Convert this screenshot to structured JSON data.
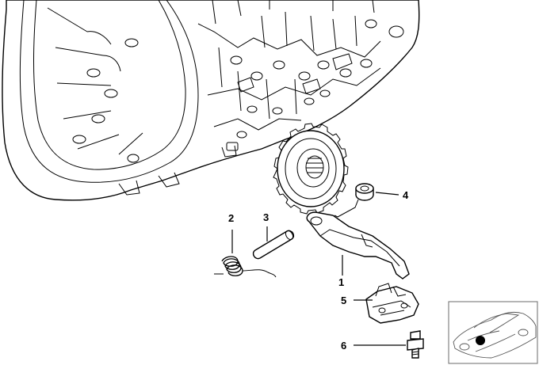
{
  "diagram": {
    "callouts": [
      {
        "id": "1",
        "text": "1"
      },
      {
        "id": "2",
        "text": "2"
      },
      {
        "id": "3",
        "text": "3"
      },
      {
        "id": "4",
        "text": "4"
      },
      {
        "id": "5",
        "text": "5"
      },
      {
        "id": "6",
        "text": "6"
      }
    ]
  },
  "parts": [
    "transmission-housing",
    "parking-lock-gear",
    "parking-lock-pawl",
    "spring",
    "pin",
    "bolt",
    "guide-plate",
    "hex-bolt"
  ],
  "thumbnail": {
    "icon": "car-location-icon",
    "marker_color": "#000000"
  }
}
